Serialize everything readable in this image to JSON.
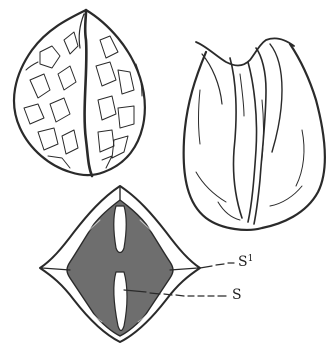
{
  "labels": {
    "s1": {
      "base": "S",
      "sup": "1"
    },
    "s": "S"
  }
}
